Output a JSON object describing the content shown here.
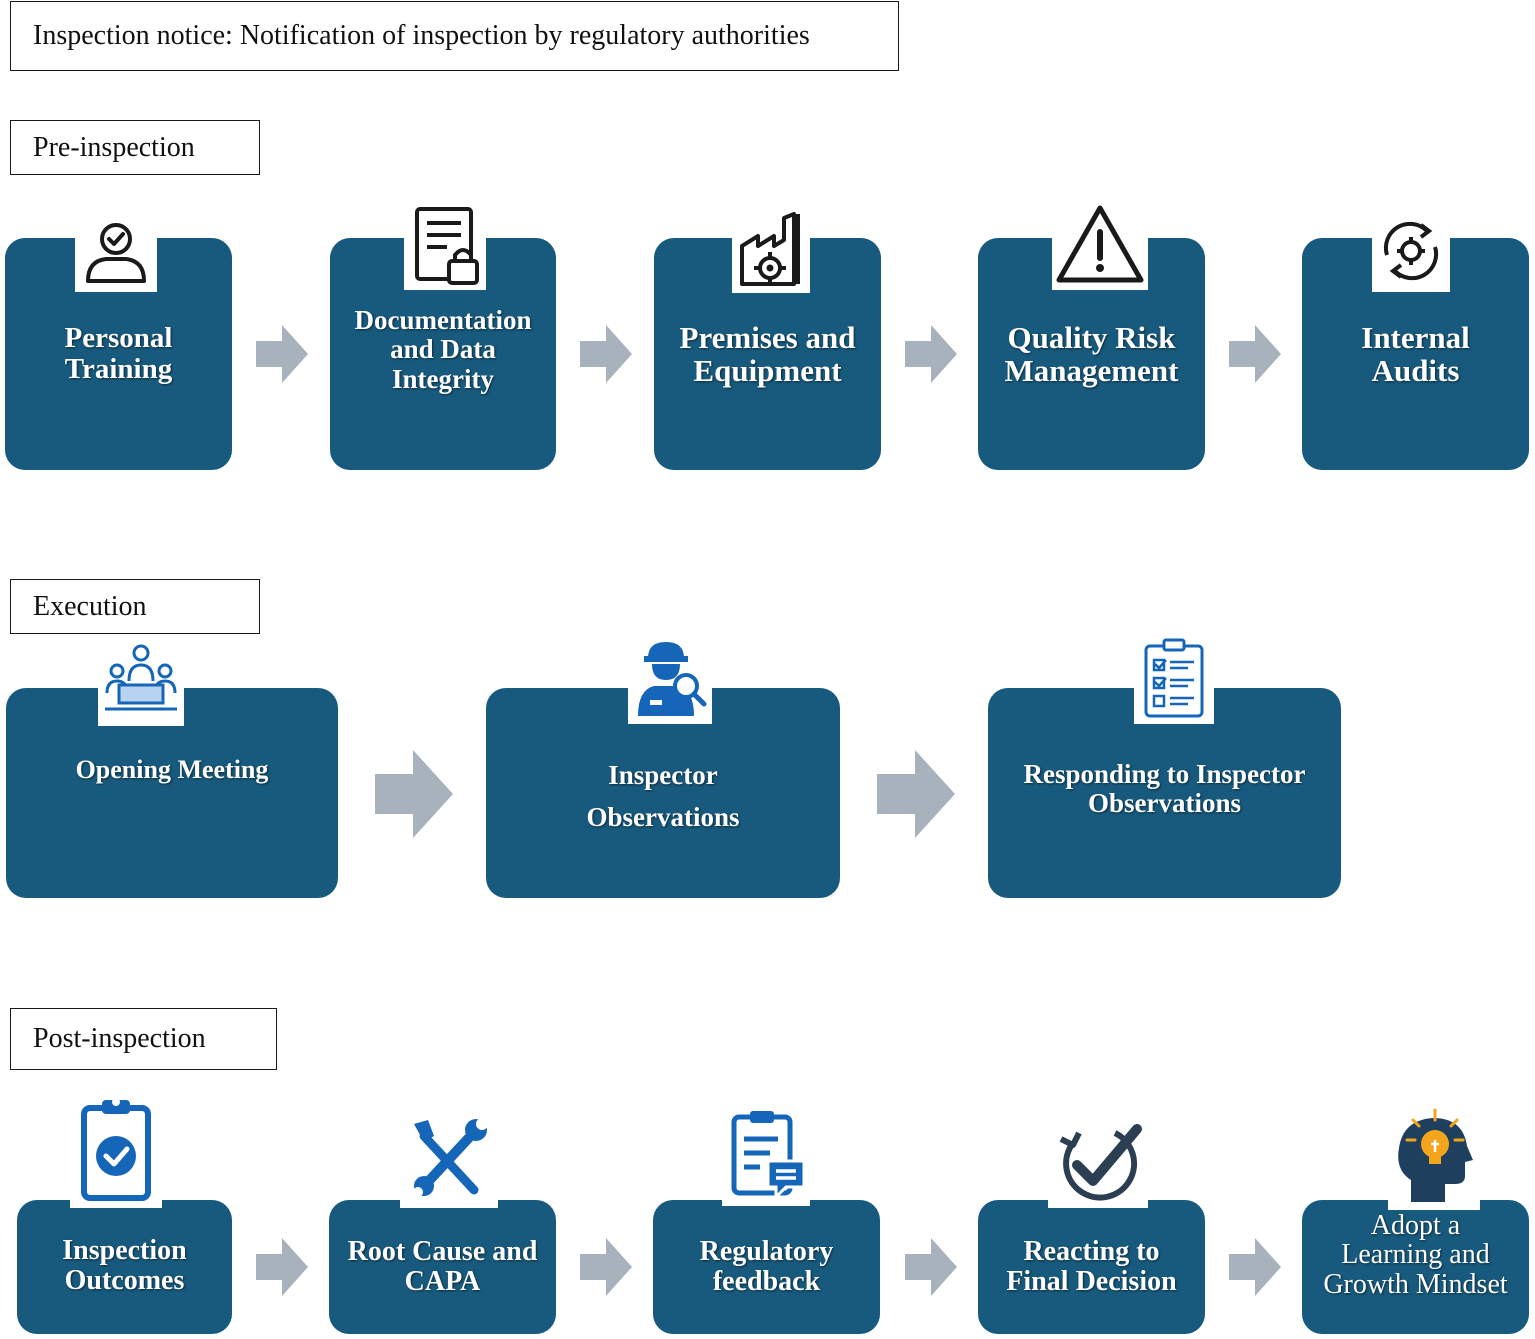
{
  "notice": {
    "text": "Inspection notice: Notification of inspection by regulatory authorities"
  },
  "sections": {
    "pre": {
      "label": "Pre-inspection",
      "steps": [
        {
          "label": "Personal\nTraining",
          "icon": "person-check-icon"
        },
        {
          "label": "Documentation\nand Data\nIntegrity",
          "icon": "document-lock-icon"
        },
        {
          "label": "Premises and\nEquipment",
          "icon": "factory-gear-icon"
        },
        {
          "label": "Quality Risk\nManagement",
          "icon": "warning-triangle-icon"
        },
        {
          "label": "Internal\nAudits",
          "icon": "gear-cycle-icon"
        }
      ]
    },
    "exec": {
      "label": "Execution",
      "steps": [
        {
          "label": "Opening Meeting",
          "icon": "meeting-icon"
        },
        {
          "label": "Inspector\nObservations",
          "icon": "inspector-icon"
        },
        {
          "label": "Responding to Inspector\nObservations",
          "icon": "checklist-icon"
        }
      ]
    },
    "post": {
      "label": "Post-inspection",
      "steps": [
        {
          "label": "Inspection\nOutcomes",
          "icon": "clipboard-check-icon"
        },
        {
          "label": "Root Cause and\nCAPA",
          "icon": "wrench-screwdriver-icon"
        },
        {
          "label": "Regulatory\nfeedback",
          "icon": "feedback-document-icon"
        },
        {
          "label": "Reacting to\nFinal Decision",
          "icon": "check-circle-arrow-icon"
        },
        {
          "label": "Adopt a\nLearning and\nGrowth Mindset",
          "icon": "head-lightbulb-icon"
        }
      ]
    }
  },
  "colors": {
    "card": "#185a7d",
    "arrow": "#a8b2bd",
    "icon_dark": "#1a1a1a",
    "icon_blue": "#1565b8"
  }
}
